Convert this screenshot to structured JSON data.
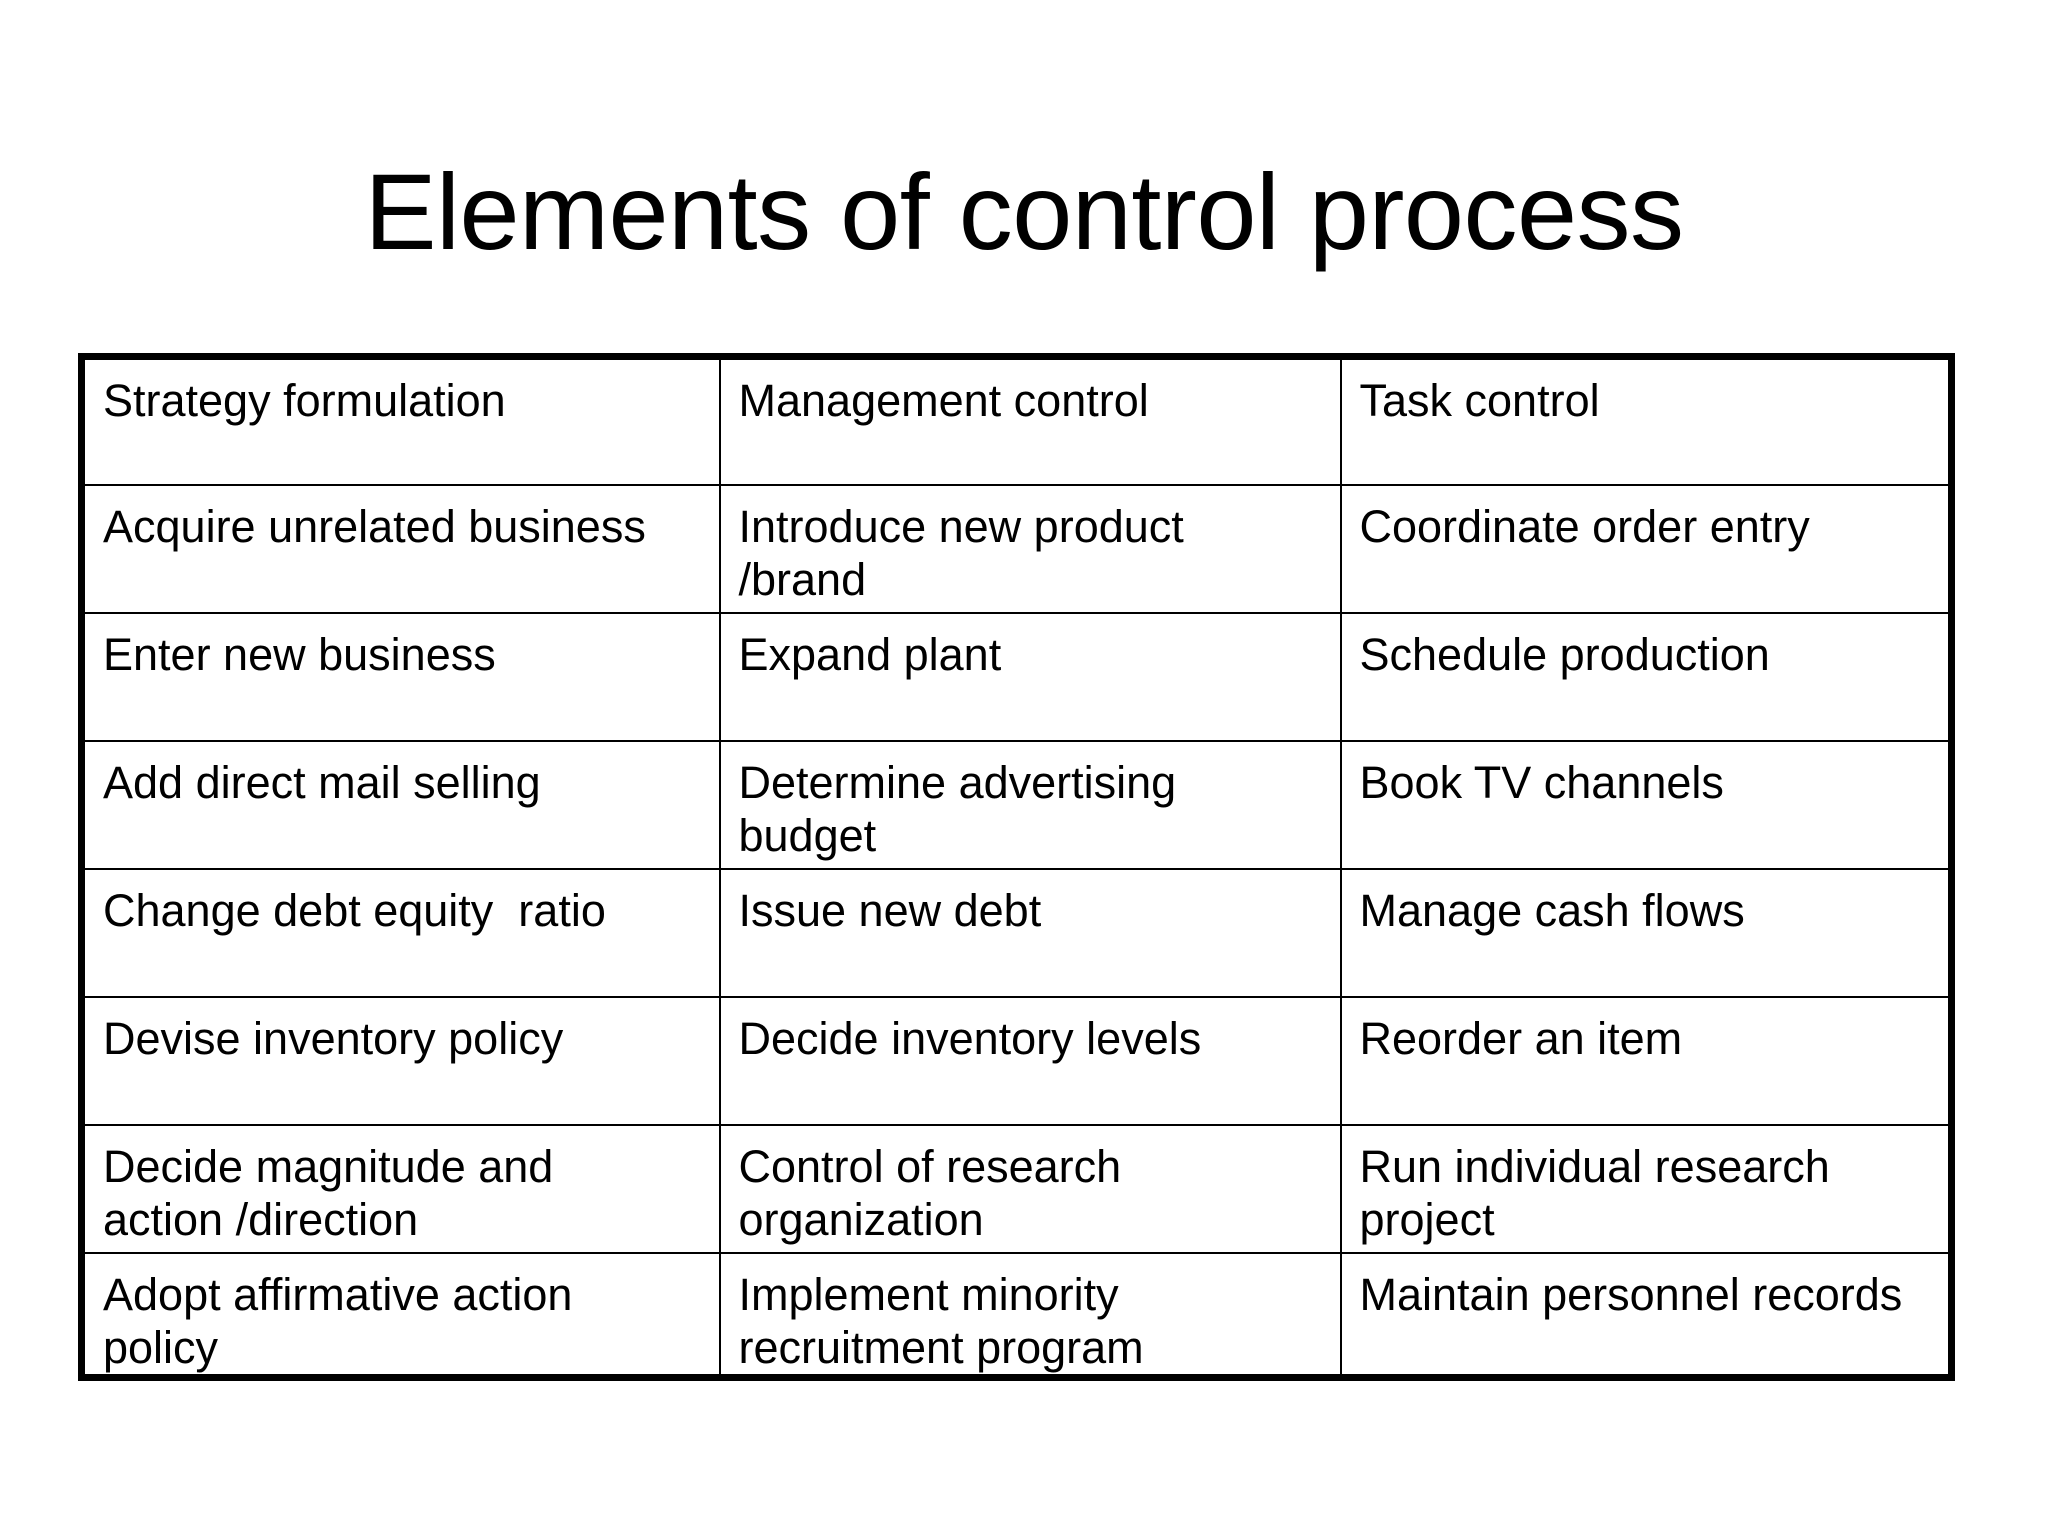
{
  "slide": {
    "title": "Elements of control process",
    "background_color": "#ffffff",
    "text_color": "#000000",
    "border_color": "#000000"
  },
  "table": {
    "columns": [
      "Strategy formulation",
      "Management control",
      "Task control"
    ],
    "rows": [
      {
        "col1": [
          "Acquire unrelated business"
        ],
        "col2": [
          "Introduce new product",
          "/brand"
        ],
        "col3": [
          "Coordinate order entry"
        ]
      },
      {
        "col1": [
          "Enter new business"
        ],
        "col2": [
          "Expand plant"
        ],
        "col3": [
          "Schedule production"
        ]
      },
      {
        "col1": [
          "Add direct mail selling"
        ],
        "col2": [
          "Determine advertising",
          "budget"
        ],
        "col3": [
          "Book TV channels"
        ]
      },
      {
        "col1": [
          "Change debt equity  ratio"
        ],
        "col2": [
          "Issue new debt"
        ],
        "col3": [
          "Manage cash flows"
        ]
      },
      {
        "col1": [
          "Devise inventory policy"
        ],
        "col2": [
          "Decide inventory levels"
        ],
        "col3": [
          "Reorder an item"
        ]
      },
      {
        "col1": [
          "Decide magnitude and",
          "action /direction"
        ],
        "col2": [
          "Control of research",
          "organization"
        ],
        "col3": [
          "Run individual research",
          "project"
        ]
      },
      {
        "col1": [
          "Adopt affirmative action",
          "policy"
        ],
        "col2": [
          "Implement minority",
          "recruitment program"
        ],
        "col3": [
          "Maintain personnel records"
        ]
      }
    ]
  }
}
